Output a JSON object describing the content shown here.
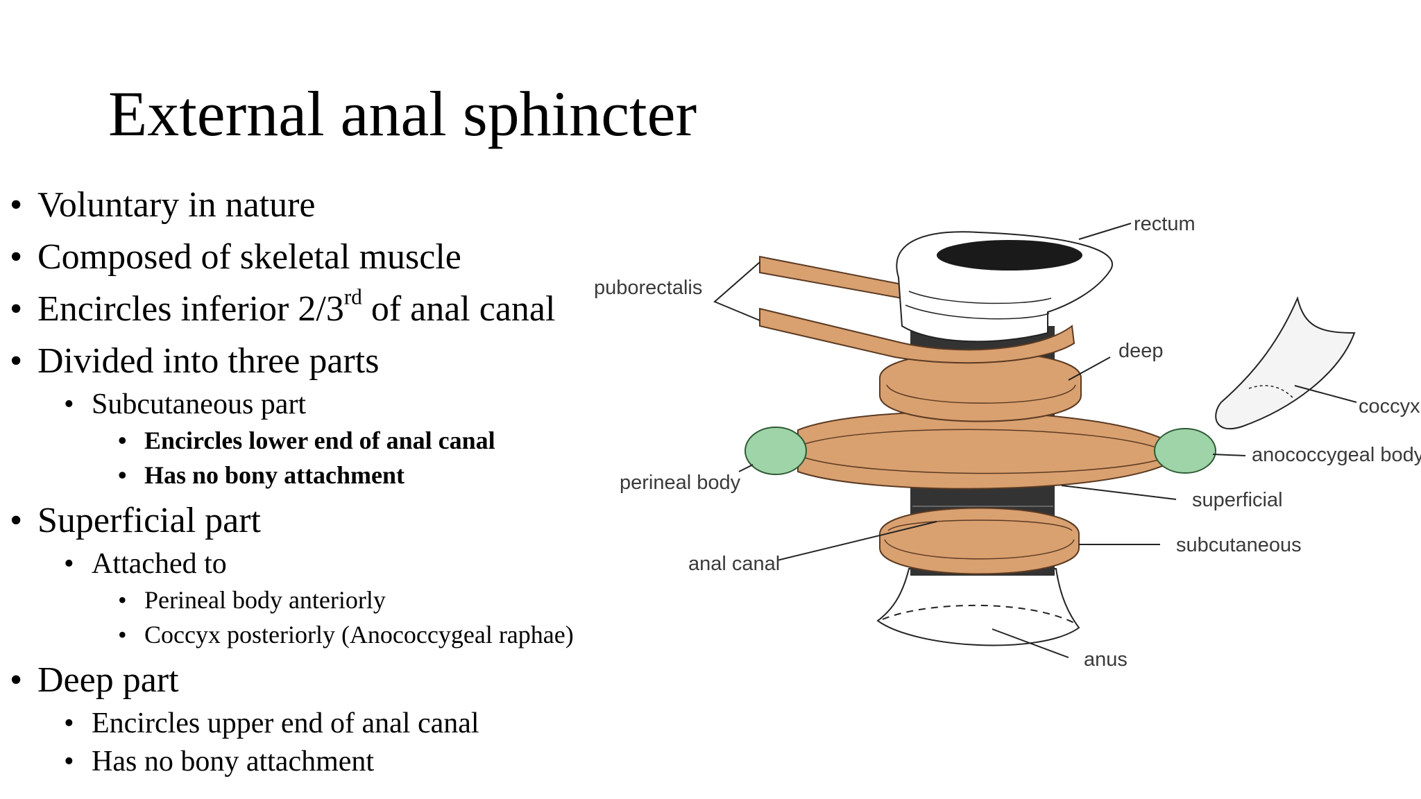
{
  "slide": {
    "title": "External anal sphincter",
    "bullets": {
      "b1": "Voluntary in nature",
      "b2": "Composed of skeletal muscle",
      "b3_pre": "Encircles inferior 2/3",
      "b3_sup": "rd",
      "b3_post": " of anal canal",
      "b4": "Divided into three parts",
      "b4_1": "Subcutaneous part",
      "b4_1_1": "Encircles lower end of anal canal",
      "b4_1_2": "Has no bony attachment",
      "b5": "Superficial part",
      "b5_1": "Attached to",
      "b5_1_1": "Perineal body anteriorly",
      "b5_1_2": "Coccyx  posteriorly (Anococcygeal raphae)",
      "b6": "Deep part",
      "b6_1": "Encircles upper end of anal canal",
      "b6_2": "Has no bony attachment"
    },
    "bullet_glyph": "•"
  },
  "diagram": {
    "labels": {
      "rectum": "rectum",
      "puborectalis": "puborectalis",
      "deep": "deep",
      "coccyx": "coccyx",
      "anococcygeal_body": "anococcygeal body",
      "perineal_body": "perineal body",
      "superficial": "superficial",
      "subcutaneous": "subcutaneous",
      "anal_canal": "anal canal",
      "anus": "anus"
    },
    "colors": {
      "muscle": "#d9a070",
      "muscle_stroke": "#5a3a22",
      "body_tissue": "#9fd3a8",
      "ink": "#222222",
      "label": "#3a3a3a"
    }
  }
}
